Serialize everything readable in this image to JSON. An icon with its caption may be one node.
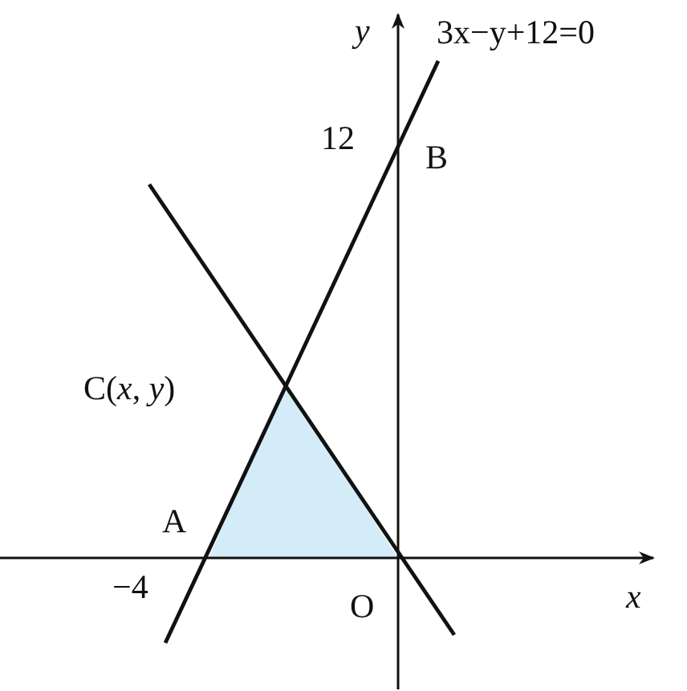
{
  "diagram": {
    "labels": [
      "y",
      "3x−y+12=0",
      "12",
      "B",
      "C(*x*,  *y*)",
      "A",
      "−4",
      "O",
      "x"
    ]
  }
}
